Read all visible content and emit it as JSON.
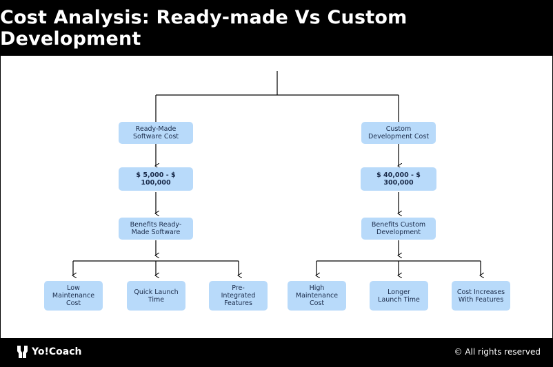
{
  "title": "Cost Analysis: Ready-made Vs Custom Development",
  "left_branch": {
    "category": "Ready-Made\nSoftware Cost",
    "price": "$ 5,000 - $ 100,000",
    "benefits": "Benefits Ready-\nMade Software",
    "items": [
      "Low\nMaintenance\nCost",
      "Quick Launch\nTime",
      "Pre-\nIntegrated\nFeatures"
    ]
  },
  "right_branch": {
    "category": "Custom\nDevelopment Cost",
    "price": "$ 40,000 - $ 300,000",
    "benefits": "Benefits Custom\nDevelopment",
    "items": [
      "High\nMaintenance\nCost",
      "Longer\nLaunch Time",
      "Cost Increases\nWith Features"
    ]
  },
  "footer": {
    "brand": "Yo!Coach",
    "copyright": "© All rights reserved"
  },
  "colors": {
    "node_fill": "#b8dafa",
    "node_text": "#1a2b4a",
    "background": "#000000",
    "canvas": "#ffffff"
  }
}
